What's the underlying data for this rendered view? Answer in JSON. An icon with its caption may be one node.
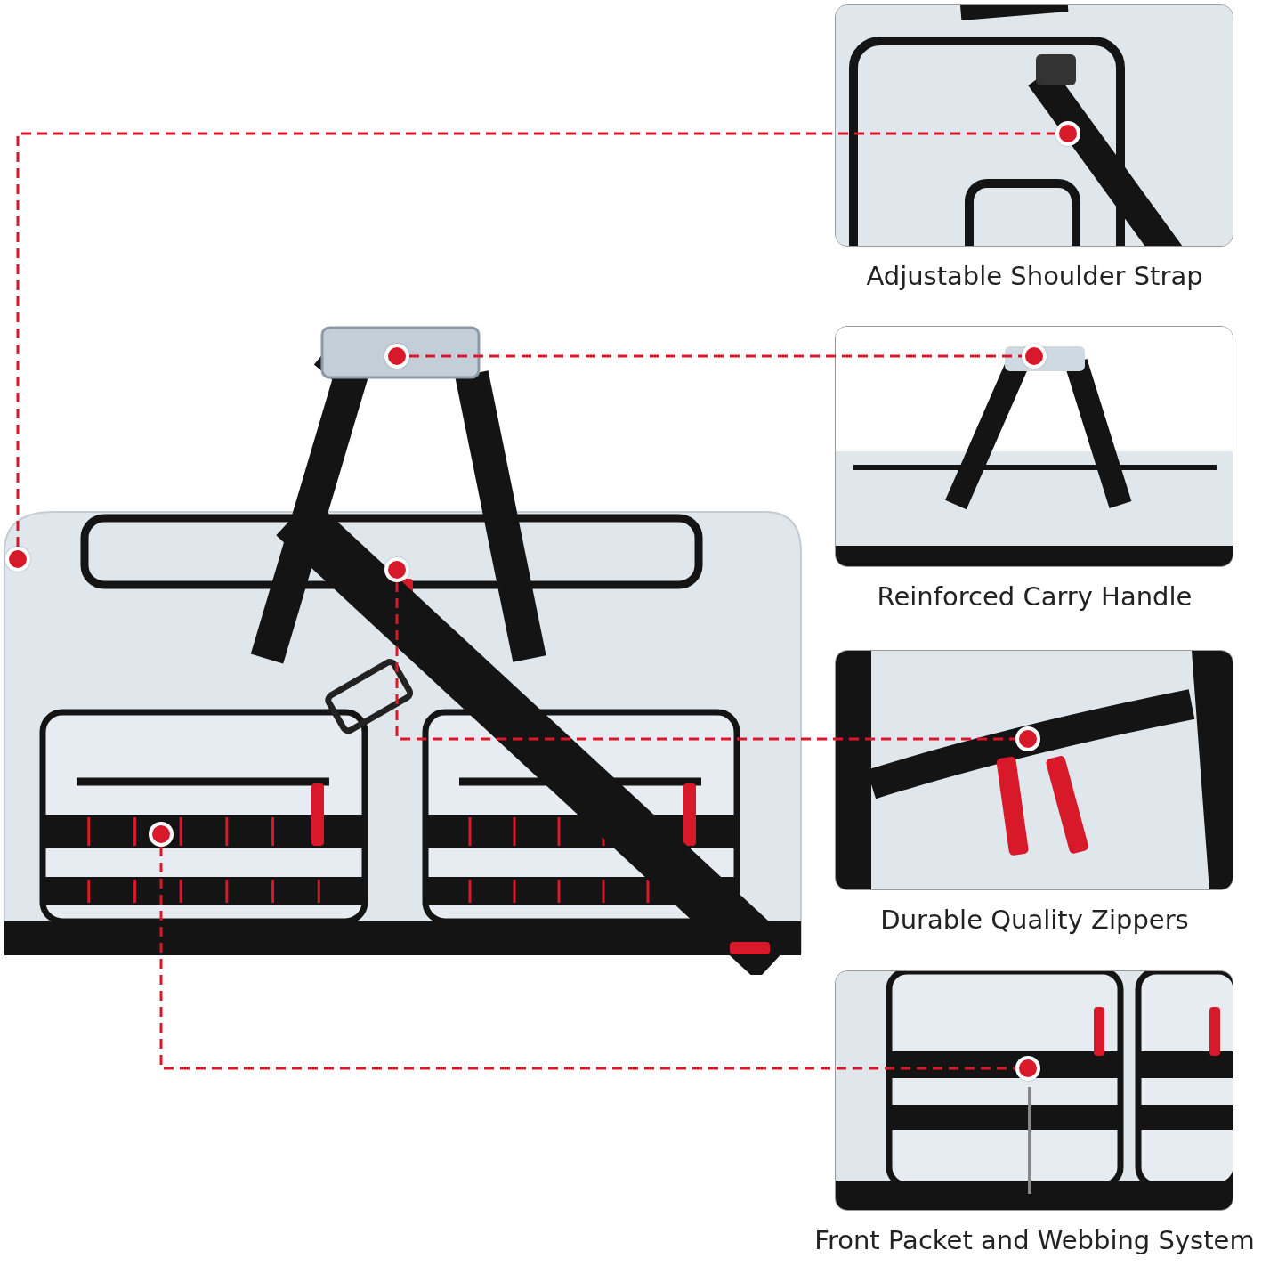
{
  "diagram": {
    "nodes": [
      {
        "text": [],
        "shape": "picture"
      },
      {
        "text": [
          "Adjustable Shoulder Strap"
        ]
      },
      {
        "text": [],
        "shape": "circle",
        "in": 1
      },
      {
        "text": [
          "Reinforced Carry Handle"
        ]
      },
      {
        "text": [],
        "shape": "circle",
        "in": 3
      },
      {
        "text": [
          "Durable Quality Zippers"
        ]
      },
      {
        "text": [],
        "shape": "circle",
        "in": 5
      },
      {
        "text": [
          "Front Packet and Webbing System"
        ]
      },
      {
        "text": [],
        "shape": "circle",
        "in": 7
      },
      {
        "text": [],
        "shape": "circle",
        "in": 0
      },
      {
        "text": [],
        "shape": "circle"
      },
      {
        "text": [],
        "shape": "circle",
        "in": 0
      },
      {
        "text": [],
        "shape": "circle",
        "in": 0
      }
    ],
    "edges": [
      {
        "from": 9,
        "to": 2,
        "arrow": "none",
        "style": "dashed",
        "color": "#d7192a"
      },
      {
        "from": 10,
        "to": 4,
        "arrow": "none",
        "style": "dashed",
        "color": "#d7192a"
      },
      {
        "from": 11,
        "to": 6,
        "arrow": "none",
        "style": "dashed",
        "color": "#d7192a"
      },
      {
        "from": 12,
        "to": 8,
        "arrow": "none",
        "style": "dashed",
        "color": "#d7192a"
      }
    ]
  }
}
